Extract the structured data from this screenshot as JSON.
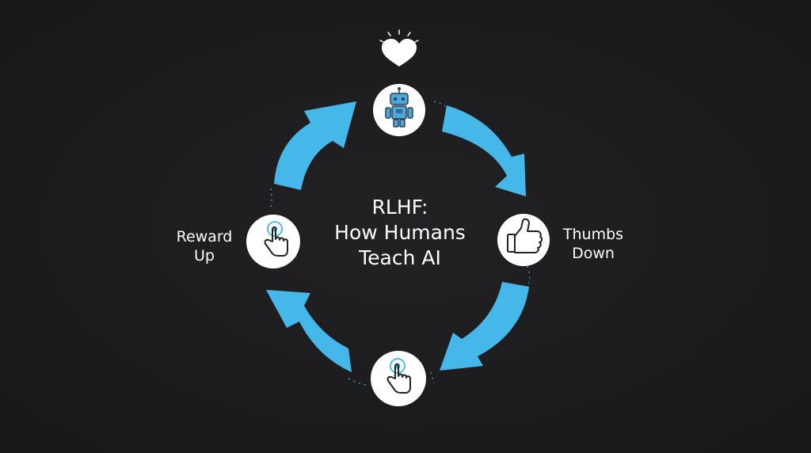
{
  "title": {
    "line1": "RLHF:",
    "line2": "How Humans",
    "line3": "Teach AI"
  },
  "labels": {
    "left_line1": "Reward",
    "left_line2": "Up",
    "right_line1": "Thumbs",
    "right_line2": "Down"
  },
  "colors": {
    "arrow": "#45b7e8",
    "node_fill": "#ffffff",
    "background": "#1c1b1d",
    "robot": "#4aa8dc"
  },
  "nodes": {
    "top": "robot-icon",
    "right": "thumbs-up-icon",
    "bottom": "hand-press-icon",
    "left": "hand-press-icon"
  },
  "decor": {
    "above_top": "heart-icon"
  }
}
